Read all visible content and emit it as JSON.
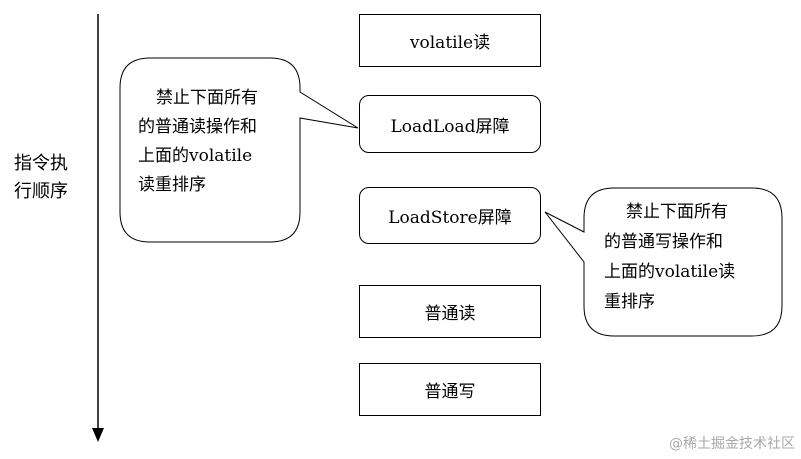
{
  "axis": {
    "label_line1": "指令执",
    "label_line2": "行顺序"
  },
  "boxes": {
    "volatile_read": "volatile读",
    "loadload_barrier": "LoadLoad屏障",
    "loadstore_barrier": "LoadStore屏障",
    "normal_read": "普通读",
    "normal_write": "普通写"
  },
  "callout_left": {
    "line1": "禁止下面所有",
    "line2": "的普通读操作和",
    "line3": "上面的volatile",
    "line4": "读重排序"
  },
  "callout_right": {
    "line1": "禁止下面所有",
    "line2": "的普通写操作和",
    "line3": "上面的volatile读",
    "line4": "重排序"
  },
  "watermark": "@稀土掘金技术社区"
}
